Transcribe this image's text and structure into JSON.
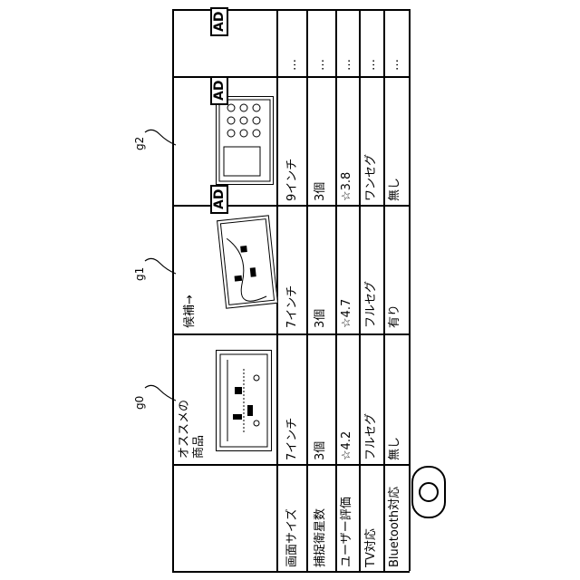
{
  "columns": {
    "recommended_header": "オススメの商品",
    "candidate_header": "候補→"
  },
  "row_labels": [
    "画面サイズ",
    "捕捉衛星数",
    "ユーザー評価",
    "TV対応",
    "Bluetooth対応"
  ],
  "products": [
    {
      "group": "g0",
      "screen": "7インチ",
      "satellites": "3個",
      "rating": "☆4.2",
      "tv": "フルセグ",
      "bluetooth": "無し",
      "ad": ""
    },
    {
      "group": "g1",
      "screen": "7インチ",
      "satellites": "3個",
      "rating": "☆4.7",
      "tv": "フルセグ",
      "bluetooth": "有り",
      "ad": "AD"
    },
    {
      "group": "g2",
      "screen": "9インチ",
      "satellites": "3個",
      "rating": "☆3.8",
      "tv": "ワンセグ",
      "bluetooth": "無し",
      "ad": "AD"
    },
    {
      "group": "",
      "screen": "…",
      "satellites": "…",
      "rating": "…",
      "tv": "…",
      "bluetooth": "…",
      "ad": "AD"
    }
  ],
  "group_labels": [
    "g0",
    "g1",
    "g2"
  ]
}
